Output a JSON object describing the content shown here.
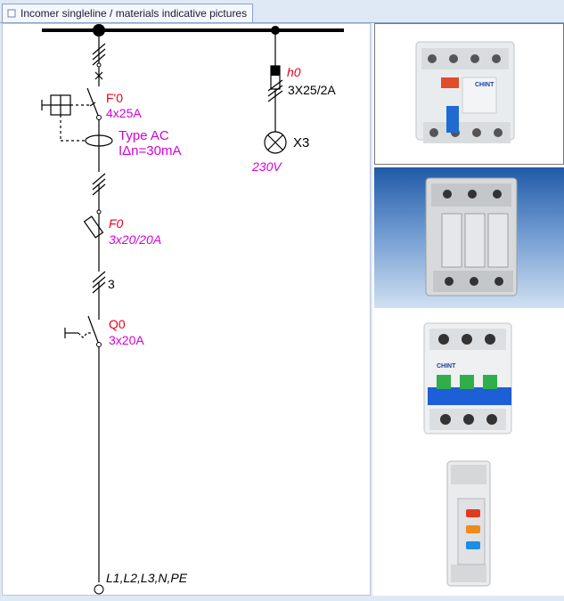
{
  "tab": {
    "label": "Incomer singleline / materials indicative pictures"
  },
  "diagram": {
    "rcd": {
      "name": "F'0",
      "rating": "4x25A",
      "type": "Type AC",
      "sensitivity": "IΔn=30mA"
    },
    "indicator": {
      "name": "h0",
      "fuse": "3X25/2A",
      "lamp": "X3",
      "voltage": "230V"
    },
    "fuse": {
      "name": "F0",
      "rating": "3x20/20A"
    },
    "cable_count": "3",
    "switch": {
      "name": "Q0",
      "rating": "3x20A"
    },
    "output": "L1,L2,L3,N,PE"
  },
  "pictures": [
    {
      "name": "rcd-photo",
      "brand": "CHINT"
    },
    {
      "name": "fuse-holder-photo",
      "brand": ""
    },
    {
      "name": "switch-disconnector-photo",
      "brand": "CHINT"
    },
    {
      "name": "phase-indicator-photo",
      "brand": ""
    }
  ],
  "colors": {
    "red": "#e8001c",
    "magenta": "#d400d4",
    "line": "#000000",
    "pane_border": "#8da2c6"
  }
}
